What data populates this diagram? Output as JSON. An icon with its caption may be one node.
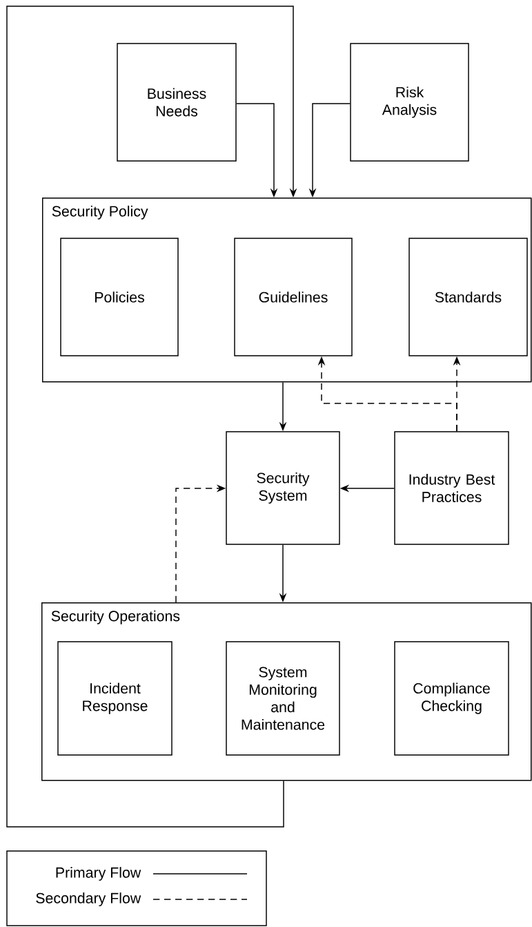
{
  "diagram": {
    "nodes": [
      {
        "text": [
          "Business Needs"
        ]
      },
      {
        "text": [
          "Risk Analysis"
        ]
      },
      {
        "text": [
          "Security Policy"
        ]
      },
      {
        "text": [
          "Policies"
        ],
        "in": 2
      },
      {
        "text": [
          "Guidelines"
        ],
        "in": 2
      },
      {
        "text": [
          "Standards"
        ],
        "in": 2
      },
      {
        "text": [
          "Security System"
        ]
      },
      {
        "text": [
          "Industry Best Practices"
        ]
      },
      {
        "text": [
          "Security Operations"
        ]
      },
      {
        "text": [
          "Incident Response"
        ],
        "in": 8
      },
      {
        "text": [
          "System Monitoring and Maintenance"
        ],
        "in": 8
      },
      {
        "text": [
          "Compliance Checking"
        ],
        "in": 8
      }
    ],
    "edges": [
      {
        "from": 0,
        "to": 2,
        "arrow": "to"
      },
      {
        "from": 8,
        "to": 2,
        "arrow": "to"
      },
      {
        "from": 1,
        "to": 2,
        "arrow": "to"
      },
      {
        "from": 2,
        "to": 6,
        "arrow": "to"
      },
      {
        "from": 7,
        "to": 4,
        "arrow": "to",
        "style": "dashed"
      },
      {
        "from": 7,
        "to": 5,
        "arrow": "to",
        "style": "dashed"
      },
      {
        "from": 8,
        "to": 6,
        "arrow": "to",
        "style": "dashed"
      },
      {
        "from": 7,
        "to": 6,
        "arrow": "to"
      },
      {
        "from": 6,
        "to": 8,
        "arrow": "to"
      }
    ],
    "legend": [
      {
        "text": "Primary Flow"
      },
      {
        "text": "Secondary Flow"
      }
    ]
  }
}
